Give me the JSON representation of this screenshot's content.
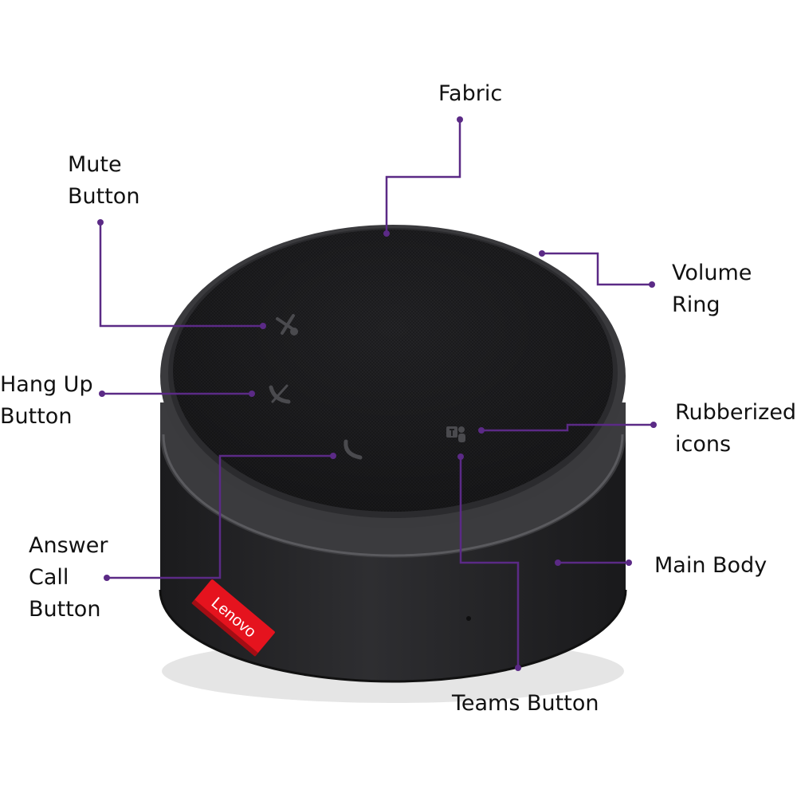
{
  "colors": {
    "leader": "#5b2a86",
    "speaker_body": "#2a2a2c",
    "fabric": "#1c1c1e",
    "rim": "#3a3a3d",
    "badge": "#e5131e",
    "badge_text": "#ffffff"
  },
  "brand": {
    "badge_text": "Lenovo"
  },
  "labels": {
    "fabric": [
      "Fabric"
    ],
    "mute_button": [
      "Mute",
      "Button"
    ],
    "volume_ring": [
      "Volume",
      "Ring"
    ],
    "hang_up_button": [
      "Hang Up",
      "Button"
    ],
    "rubberized_icons": [
      "Rubberized",
      "icons"
    ],
    "answer_call_button": [
      "Answer",
      "Call",
      "Button"
    ],
    "main_body": [
      "Main Body"
    ],
    "teams_button": [
      "Teams Button"
    ]
  },
  "icons": [
    "mute-icon",
    "hang-up-icon",
    "answer-call-icon",
    "teams-icon"
  ]
}
